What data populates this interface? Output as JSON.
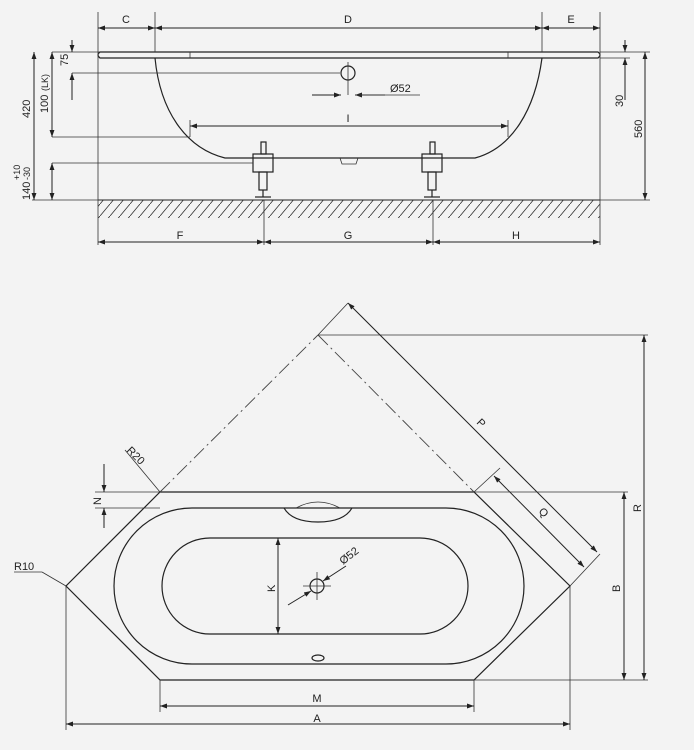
{
  "side_view": {
    "top_labels": {
      "c": "C",
      "d": "D",
      "e": "E"
    },
    "drain_label": "Ø52",
    "inner_length_label": "I",
    "left_dims": {
      "d75": "75",
      "d420": "420",
      "d100": "100",
      "lk": "(LK)",
      "d140": "140",
      "d30": "-30",
      "d10": "+10"
    },
    "right_dims": {
      "d30": "30",
      "d560": "560"
    },
    "bottom_labels": {
      "f": "F",
      "g": "G",
      "h": "H"
    }
  },
  "plan_view": {
    "r20": "R20",
    "r10": "R10",
    "n": "N",
    "k": "K",
    "drain_label": "Ø52",
    "p": "P",
    "q": "Q",
    "r": "R",
    "b": "B",
    "m": "M",
    "a": "A"
  }
}
